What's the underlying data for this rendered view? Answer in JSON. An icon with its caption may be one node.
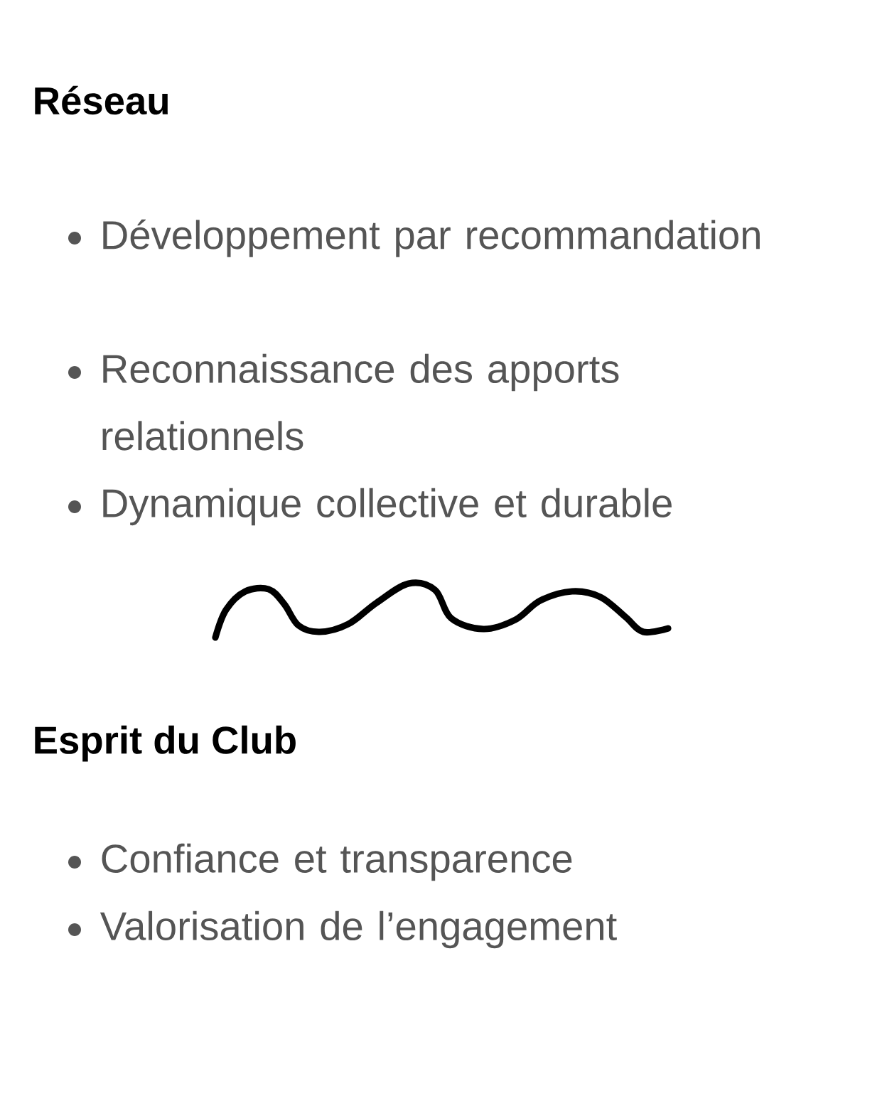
{
  "diagram": {
    "labels": [
      "Réseau",
      "Développement par recommandation",
      "Reconnaissance des apports relationnels",
      "Dynamique collective et durable",
      "Esprit du Club",
      "Confiance et transparence",
      "Valorisation de l’engagement"
    ]
  }
}
